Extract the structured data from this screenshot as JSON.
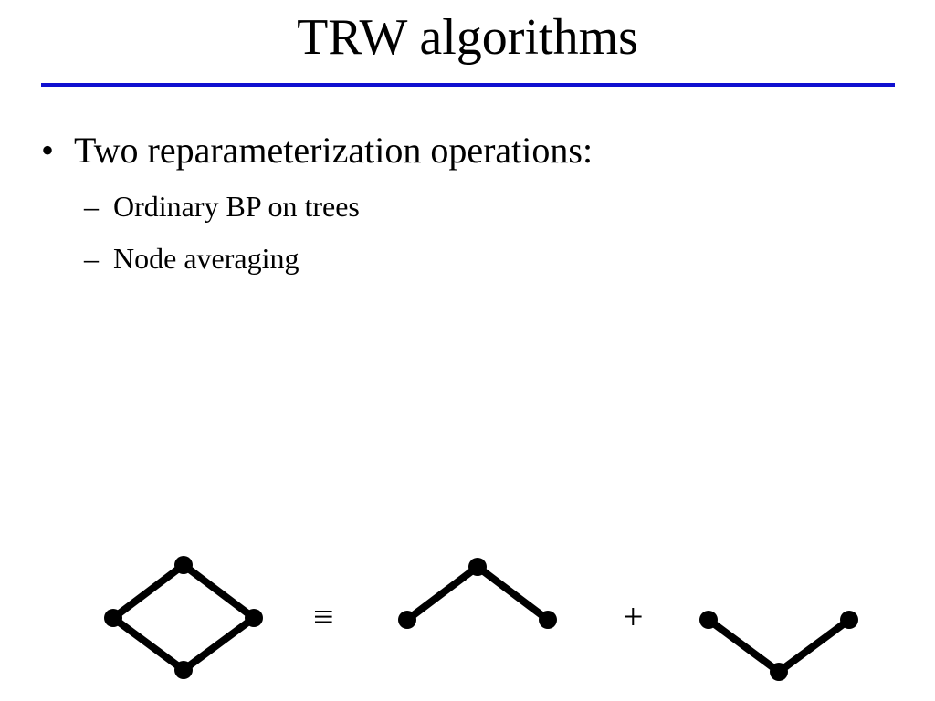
{
  "slide": {
    "title": "TRW algorithms",
    "rule_color": "#1010d0"
  },
  "content": {
    "bullet_marker": "•",
    "bullet": "Two reparameterization operations:",
    "sub_marker": "–",
    "sub_items": [
      "Ordinary BP on trees",
      "Node averaging"
    ]
  },
  "diagram": {
    "equiv_symbol": "≡",
    "plus_symbol": "+"
  }
}
